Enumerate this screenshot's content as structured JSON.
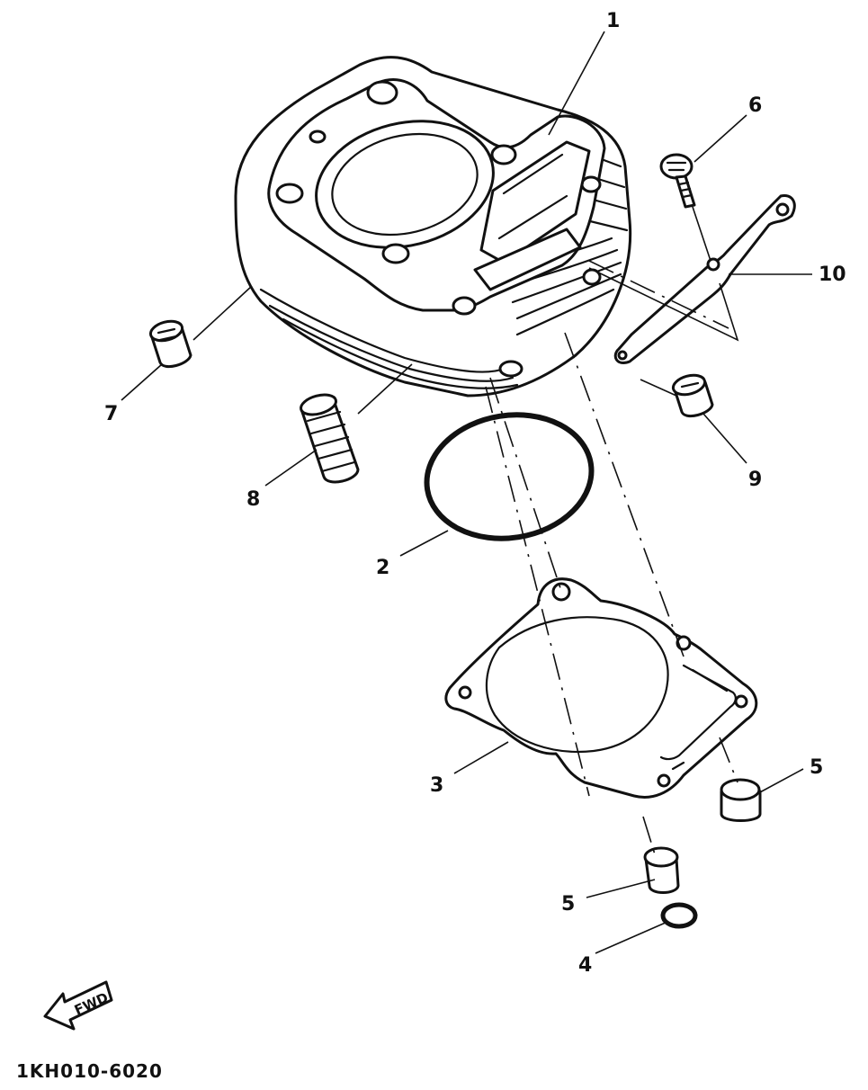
{
  "diagram": {
    "parts": [
      {
        "id": "part-1",
        "number": "1"
      },
      {
        "id": "part-2",
        "number": "2"
      },
      {
        "id": "part-3",
        "number": "3"
      },
      {
        "id": "part-4",
        "number": "4"
      },
      {
        "id": "part-5a",
        "number": "5"
      },
      {
        "id": "part-5b",
        "number": "5"
      },
      {
        "id": "part-6",
        "number": "6"
      },
      {
        "id": "part-7",
        "number": "7"
      },
      {
        "id": "part-8",
        "number": "8"
      },
      {
        "id": "part-9",
        "number": "9"
      },
      {
        "id": "part-10",
        "number": "10"
      }
    ],
    "fwd_label": "FWD",
    "drawing_code": "1KH010-6020"
  }
}
